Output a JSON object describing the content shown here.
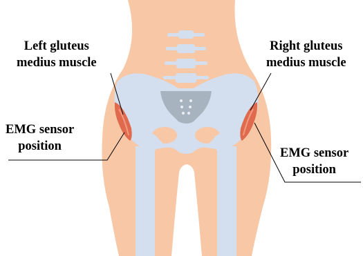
{
  "labels": {
    "left_muscle_line1": "Left gluteus",
    "left_muscle_line2": "medius muscle",
    "right_muscle_line1": "Right gluteus",
    "right_muscle_line2": "medius muscle",
    "left_sensor_line1": "EMG sensor",
    "left_sensor_line2": "position",
    "right_sensor_line1": "EMG sensor",
    "right_sensor_line2": "position"
  },
  "colors": {
    "skin": "#f7c7a6",
    "bone": "#d3dfee",
    "sacrum": "#a8b3c0",
    "muscle": "#e06a4e",
    "muscle_stripe": "#f29b7f",
    "leader_line": "#000000"
  }
}
